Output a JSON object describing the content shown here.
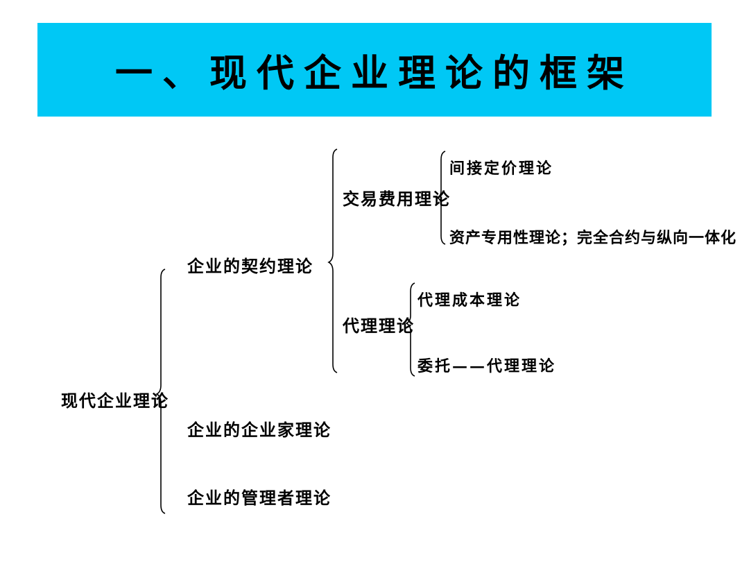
{
  "title": "一、现代企业理论的框架",
  "root": "现代企业理论",
  "level1": [
    "企业的契约理论",
    "企业的企业家理论",
    "企业的管理者理论"
  ],
  "contract_branches": [
    "交易费用理论",
    "代理理论"
  ],
  "transaction_cost_children": [
    "间接定价理论",
    "资产专用性理论；完全合约与纵向一体化"
  ],
  "agency_children": [
    "代理成本理论",
    "委托——代理理论"
  ],
  "colors": {
    "title_bar": "#00c8f5",
    "text": "#000000",
    "background": "#ffffff"
  }
}
